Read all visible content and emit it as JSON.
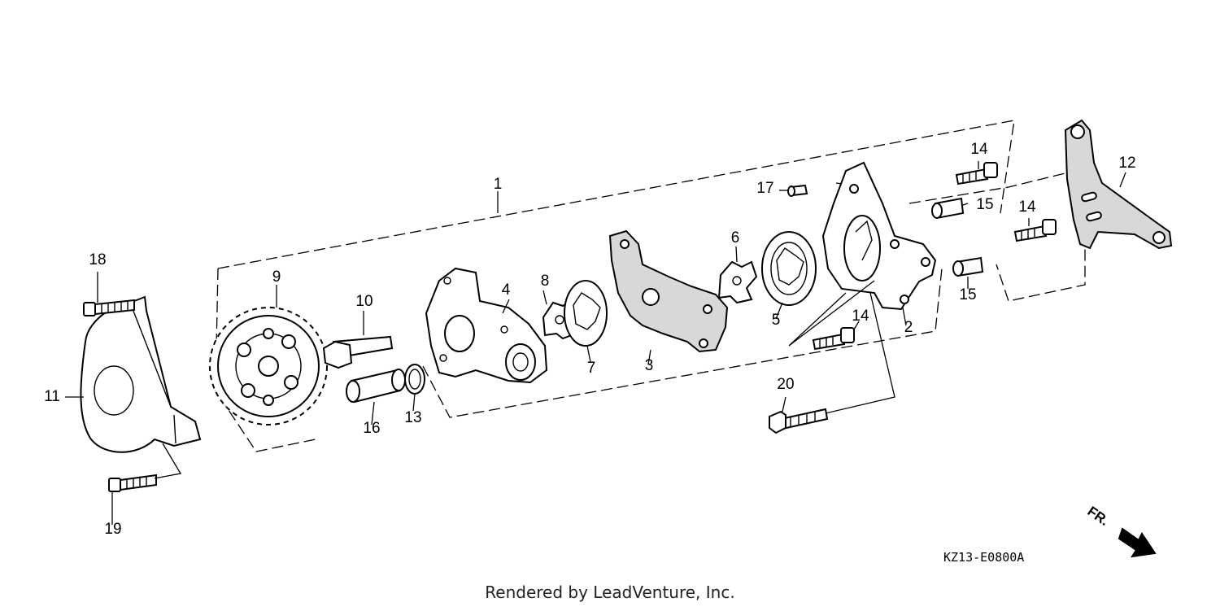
{
  "callouts": {
    "c1": "1",
    "c2": "2",
    "c3": "3",
    "c4": "4",
    "c5": "5",
    "c6": "6",
    "c7": "7",
    "c8": "8",
    "c9": "9",
    "c10": "10",
    "c11": "11",
    "c12": "12",
    "c13": "13",
    "c14a": "14",
    "c14b": "14",
    "c14c": "14",
    "c15a": "15",
    "c15b": "15",
    "c16": "16",
    "c17": "17",
    "c18": "18",
    "c19": "19",
    "c20": "20"
  },
  "diagram_code": "KZ13-E0800A",
  "direction_label": "FR.",
  "footer_text": "Rendered by LeadVenture, Inc."
}
